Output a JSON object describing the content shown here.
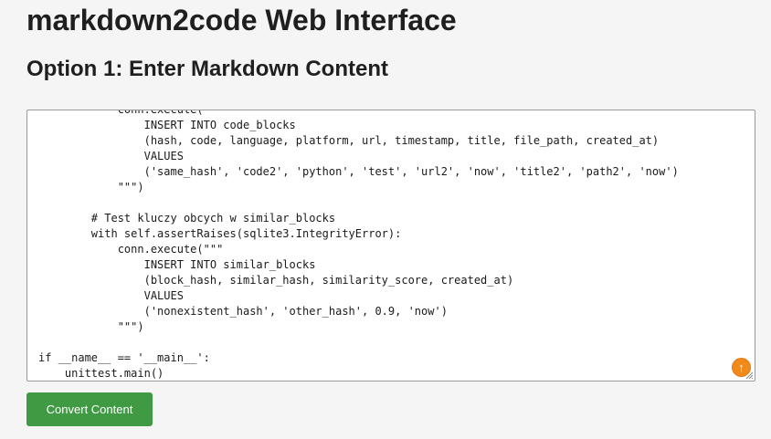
{
  "page": {
    "title": "markdown2code Web Interface",
    "section_heading": "Option 1: Enter Markdown Content"
  },
  "editor": {
    "lines": [
      "            conn.execute(\"\"\"",
      "                INSERT INTO code_blocks",
      "                (hash, code, language, platform, url, timestamp, title, file_path, created_at)",
      "                VALUES",
      "                ('same_hash', 'code2', 'python', 'test', 'url2', 'now', 'title2', 'path2', 'now')",
      "            \"\"\")",
      "",
      "        # Test kluczy obcych w similar_blocks",
      "        with self.assertRaises(sqlite3.IntegrityError):",
      "            conn.execute(\"\"\"",
      "                INSERT INTO similar_blocks",
      "                (block_hash, similar_hash, similarity_score, created_at)",
      "                VALUES",
      "                ('nonexistent_hash', 'other_hash', 0.9, 'now')",
      "            \"\"\")",
      "",
      "if __name__ == '__main__':",
      "    unittest.main()"
    ],
    "scroll_icon": "arrow-up-circle-icon",
    "scroll_icon_color": "#f28a1b",
    "resize_icon": "resize-grip-icon"
  },
  "actions": {
    "convert_label": "Convert Content",
    "convert_color": "#3f9a43"
  }
}
